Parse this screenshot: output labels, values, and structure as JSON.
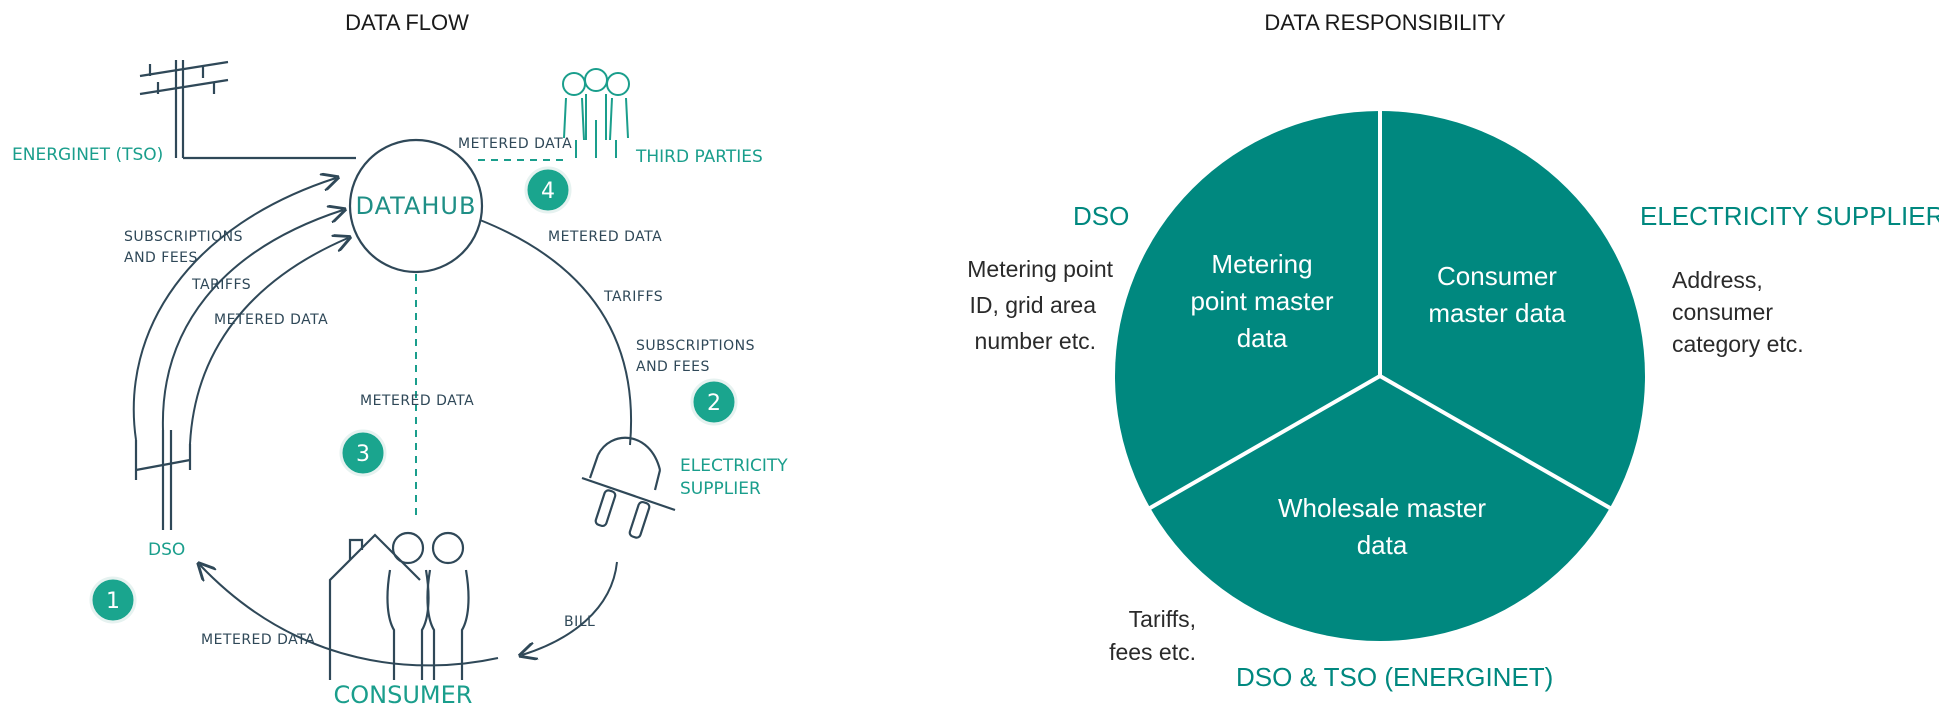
{
  "data_flow": {
    "title": "DATA FLOW",
    "hub_label": "DATAHUB",
    "consumer_label": "CONSUMER",
    "energinet_label": "ENERGINET (TSO)",
    "third_parties_label": "THIRD PARTIES",
    "supplier_label_line1": "ELECTRICITY",
    "supplier_label_line2": "SUPPLIER",
    "dso_label": "DSO",
    "flow_labels": {
      "metered_third": "METERED DATA",
      "metered_supplier": "METERED DATA",
      "tariffs_right": "TARIFFS",
      "subs_right_1": "SUBSCRIPTIONS",
      "subs_right_2": "AND FEES",
      "subs_left_1": "SUBSCRIPTIONS",
      "subs_left_2": "AND FEES",
      "tariffs_left": "TARIFFS",
      "metered_left": "METERED DATA",
      "metered_center": "METERED DATA",
      "bill": "BILL",
      "metered_bottom": "METERED DATA"
    },
    "badges": [
      "1",
      "2",
      "3",
      "4"
    ]
  },
  "data_responsibility": {
    "title": "DATA RESPONSIBILITY",
    "segments": {
      "dso_line1": "Metering",
      "dso_line2": "point master",
      "dso_line3": "data",
      "supplier_line1": "Consumer",
      "supplier_line2": "master data",
      "wholesale_line1": "Wholesale master",
      "wholesale_line2": "data"
    },
    "roles": {
      "dso": "DSO",
      "supplier": "ELECTRICITY SUPPLIER",
      "dso_tso": "DSO & TSO (ENERGINET)"
    },
    "descriptions": {
      "dso_line1": "Metering point",
      "dso_line2": "ID, grid area",
      "dso_line3": "number etc.",
      "supplier_line1": "Address,",
      "supplier_line2": "consumer",
      "supplier_line3": "category etc.",
      "wholesale_line1": "Tariffs,",
      "wholesale_line2": "fees etc."
    }
  },
  "colors": {
    "teal_dark": "#00887f",
    "teal_badge": "#1aa58e",
    "line": "#2f4858"
  }
}
